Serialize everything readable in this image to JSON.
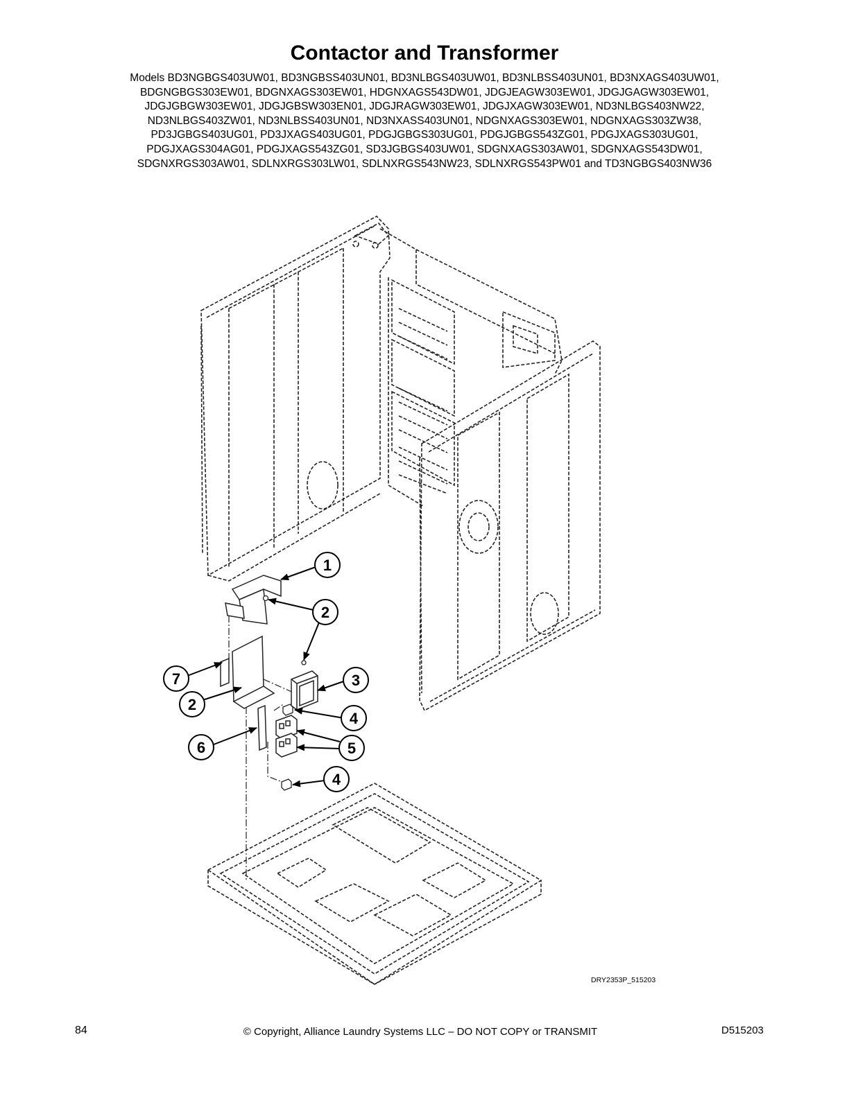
{
  "page": {
    "title": "Contactor and Transformer",
    "models_lines": [
      "Models BD3NGBGS403UW01, BD3NGBSS403UN01, BD3NLBGS403UW01, BD3NLBSS403UN01, BD3NXAGS403UW01,",
      "BDGNGBGS303EW01, BDGNXAGS303EW01, HDGNXAGS543DW01, JDGJEAGW303EW01, JDGJGAGW303EW01,",
      "JDGJGBGW303EW01, JDGJGBSW303EN01, JDGJRAGW303EW01, JDGJXAGW303EW01, ND3NLBGS403NW22,",
      "ND3NLBGS403ZW01, ND3NLBSS403UN01, ND3NXASS403UN01, NDGNXAGS303EW01, NDGNXAGS303ZW38,",
      "PD3JGBGS403UG01, PD3JXAGS403UG01, PDGJGBGS303UG01, PDGJGBGS543ZG01, PDGJXAGS303UG01,",
      "PDGJXAGS304AG01, PDGJXAGS543ZG01, SD3JGBGS403UW01, SDGNXAGS303AW01, SDGNXAGS543DW01,",
      "SDGNXRGS303AW01, SDLNXRGS303LW01, SDLNXRGS543NW23, SDLNXRGS543PW01 and TD3NGBGS403NW36"
    ],
    "diagram_code": "DRY2353P_515203",
    "page_number": "84",
    "copyright": "© Copyright, Alliance Laundry Systems LLC – DO NOT COPY or TRANSMIT",
    "document_number": "D515203"
  },
  "callouts": [
    {
      "id": "c1",
      "label": "1"
    },
    {
      "id": "c2a",
      "label": "2"
    },
    {
      "id": "c3",
      "label": "3"
    },
    {
      "id": "c7",
      "label": "7"
    },
    {
      "id": "c2b",
      "label": "2"
    },
    {
      "id": "c4a",
      "label": "4"
    },
    {
      "id": "c6",
      "label": "6"
    },
    {
      "id": "c5",
      "label": "5"
    },
    {
      "id": "c4b",
      "label": "4"
    }
  ]
}
